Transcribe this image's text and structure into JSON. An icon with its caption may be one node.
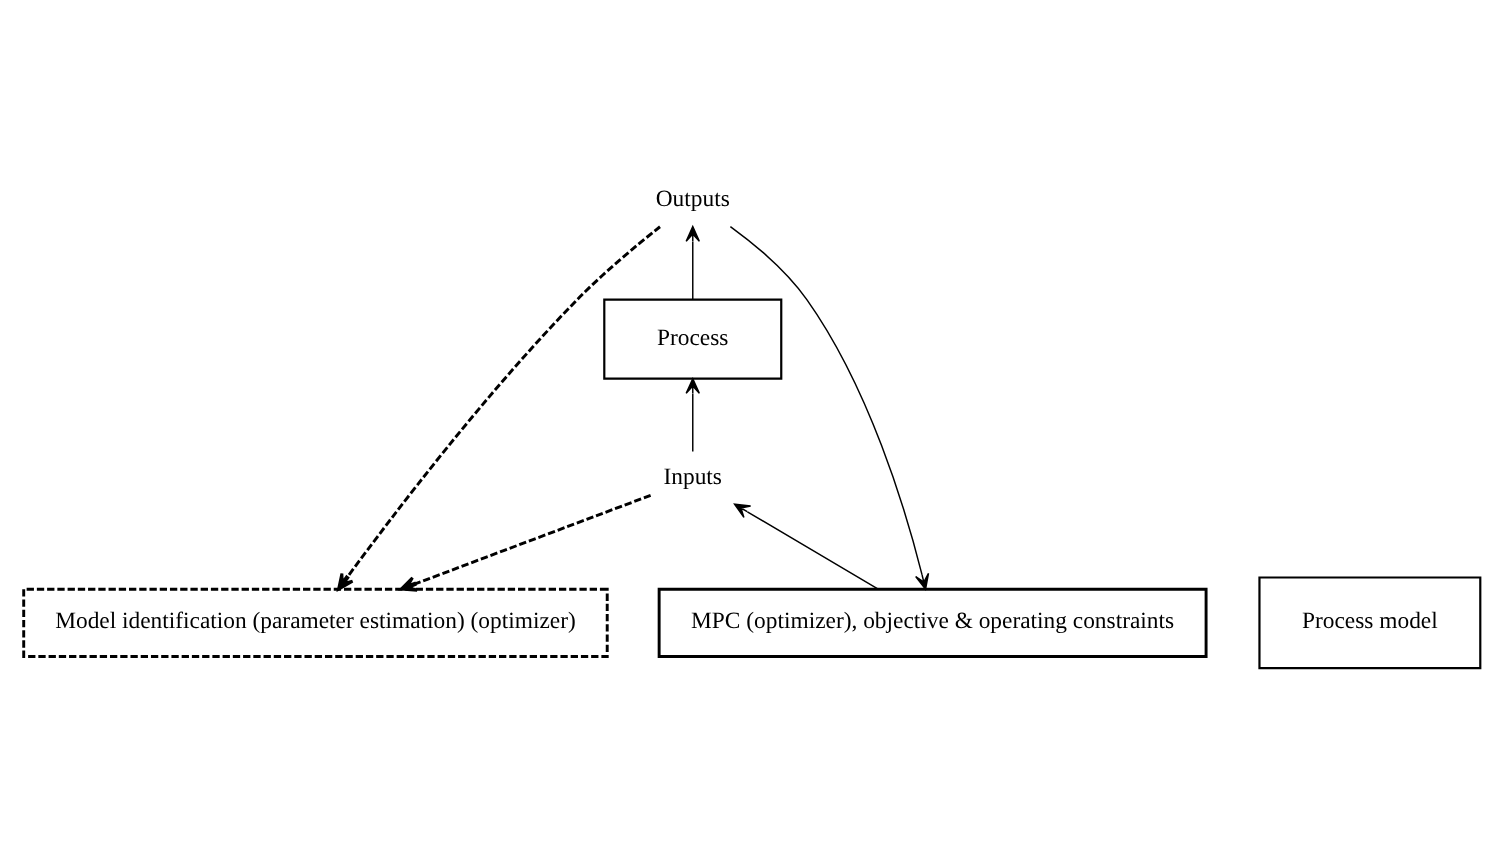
{
  "diagram": {
    "nodes": [
      {
        "text": [
          "Model identification (parameter estimation) (optimizer)"
        ]
      },
      {
        "text": [
          "MPC (optimizer), objective & operating constraints"
        ]
      },
      {
        "text": [
          "Process model"
        ]
      },
      {
        "text": [
          "Process"
        ]
      },
      {
        "text": [
          "Inputs"
        ]
      },
      {
        "text": [
          "Outputs"
        ]
      }
    ],
    "edges": [
      {
        "from": 4,
        "to": 3,
        "arrow": "to"
      },
      {
        "from": 3,
        "to": 5,
        "arrow": "to"
      },
      {
        "from": 4,
        "to": 0,
        "arrow": "to",
        "style": "dashed"
      },
      {
        "from": 5,
        "to": 0,
        "arrow": "to",
        "style": "dashed"
      },
      {
        "from": 5,
        "to": 1,
        "arrow": "to"
      },
      {
        "from": 1,
        "to": 4,
        "arrow": "to"
      }
    ]
  }
}
